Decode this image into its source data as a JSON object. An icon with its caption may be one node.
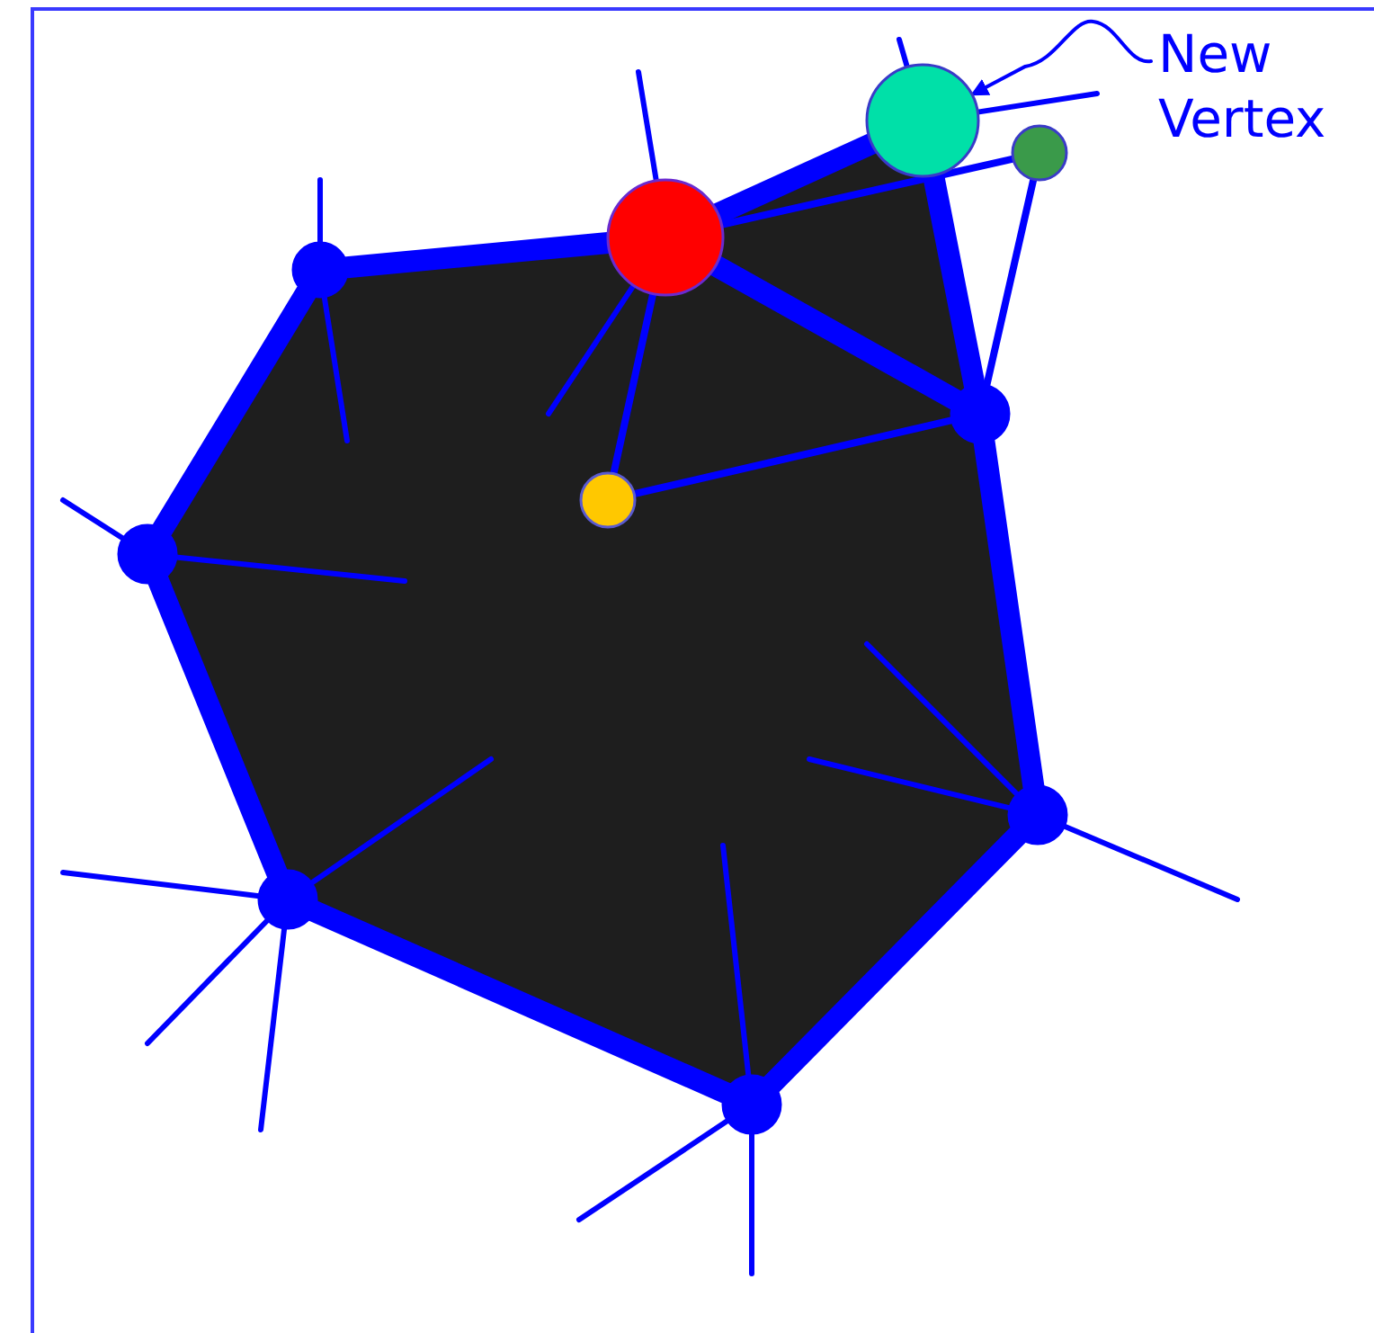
{
  "diagram": {
    "nodes": [
      {
        "text": [
          "New Vertex"
        ]
      },
      {
        "text": [],
        "shape": "circle"
      },
      {
        "text": [],
        "shape": "circle"
      },
      {
        "text": [],
        "shape": "circle"
      },
      {
        "text": [],
        "shape": "circle"
      },
      {
        "text": [],
        "shape": "circle"
      },
      {
        "text": [],
        "shape": "circle"
      },
      {
        "text": [],
        "shape": "circle"
      },
      {
        "text": [],
        "shape": "circle"
      },
      {
        "text": [],
        "shape": "circle"
      },
      {
        "text": [],
        "shape": "circle"
      }
    ],
    "edges": [
      {
        "from": 0,
        "to": 1,
        "arrow": "to"
      },
      {
        "from": 4,
        "to": 3,
        "arrow": "none",
        "style": "thick"
      },
      {
        "from": 3,
        "to": 1,
        "arrow": "none",
        "style": "thick"
      },
      {
        "from": 1,
        "to": 5,
        "arrow": "none",
        "style": "thick"
      },
      {
        "from": 3,
        "to": 5,
        "arrow": "none",
        "style": "thick"
      },
      {
        "from": 5,
        "to": 8,
        "arrow": "none",
        "style": "thick"
      },
      {
        "from": 8,
        "to": 10,
        "arrow": "none",
        "style": "thick"
      },
      {
        "from": 10,
        "to": 9,
        "arrow": "none",
        "style": "thick"
      },
      {
        "from": 9,
        "to": 7,
        "arrow": "none",
        "style": "thick"
      },
      {
        "from": 7,
        "to": 4,
        "arrow": "none",
        "style": "thick"
      },
      {
        "from": 3,
        "to": 2,
        "arrow": "none"
      },
      {
        "from": 2,
        "to": 5,
        "arrow": "none"
      },
      {
        "from": 6,
        "to": 3,
        "arrow": "none"
      },
      {
        "from": 6,
        "to": 5,
        "arrow": "none"
      },
      {
        "from": 1,
        "to": null,
        "arrow": "none"
      },
      {
        "from": 1,
        "to": null,
        "arrow": "none"
      },
      {
        "from": 3,
        "to": null,
        "arrow": "none"
      },
      {
        "from": 3,
        "to": null,
        "arrow": "none"
      },
      {
        "from": 4,
        "to": null,
        "arrow": "none"
      },
      {
        "from": 4,
        "to": null,
        "arrow": "none"
      },
      {
        "from": 7,
        "to": null,
        "arrow": "none"
      },
      {
        "from": 7,
        "to": null,
        "arrow": "none"
      },
      {
        "from": 9,
        "to": null,
        "arrow": "none"
      },
      {
        "from": 9,
        "to": null,
        "arrow": "none"
      },
      {
        "from": 9,
        "to": null,
        "arrow": "none"
      },
      {
        "from": 9,
        "to": null,
        "arrow": "none"
      },
      {
        "from": 10,
        "to": null,
        "arrow": "none"
      },
      {
        "from": 10,
        "to": null,
        "arrow": "none"
      },
      {
        "from": 10,
        "to": null,
        "arrow": "none"
      },
      {
        "from": 8,
        "to": null,
        "arrow": "none"
      },
      {
        "from": 8,
        "to": null,
        "arrow": "none"
      },
      {
        "from": 8,
        "to": null,
        "arrow": "none"
      }
    ]
  }
}
